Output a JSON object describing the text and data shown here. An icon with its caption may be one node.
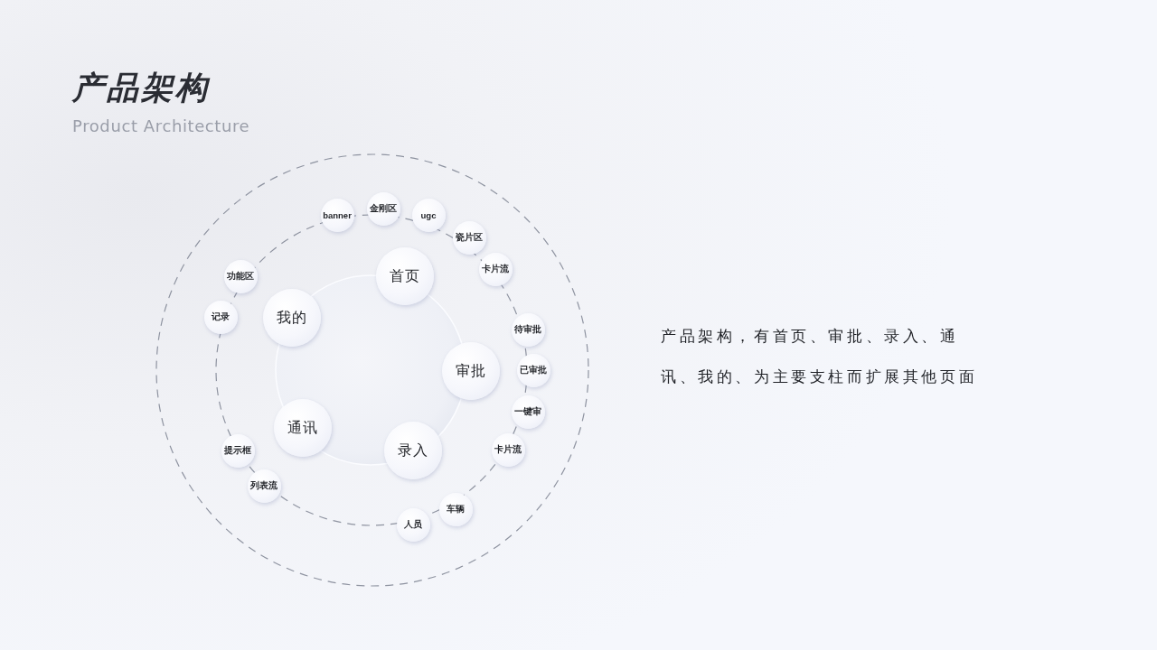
{
  "diagram": {
    "title": "产品架构",
    "nodes": [
      {
        "text": [
          "首页"
        ]
      },
      {
        "text": [
          "审批"
        ]
      },
      {
        "text": [
          "录入"
        ]
      },
      {
        "text": [
          "通讯"
        ]
      },
      {
        "text": [
          "我的"
        ]
      },
      {
        "text": [
          "banner"
        ]
      },
      {
        "text": [
          "金刚区"
        ]
      },
      {
        "text": [
          "ugc"
        ]
      },
      {
        "text": [
          "瓷片区"
        ]
      },
      {
        "text": [
          "卡片流"
        ]
      },
      {
        "text": [
          "待审批"
        ]
      },
      {
        "text": [
          "已审批"
        ]
      },
      {
        "text": [
          "一键审"
        ]
      },
      {
        "text": [
          "卡片流"
        ]
      },
      {
        "text": [
          "车辆"
        ]
      },
      {
        "text": [
          "人员"
        ]
      },
      {
        "text": [
          "列表流"
        ]
      },
      {
        "text": [
          "提示框"
        ]
      },
      {
        "text": [
          "记录"
        ]
      },
      {
        "text": [
          "功能区"
        ]
      }
    ],
    "labels": [
      "Product Architecture",
      "产品架构，有首页、审批、录入、通讯、我的、为主要支柱而扩展其他页面"
    ]
  }
}
